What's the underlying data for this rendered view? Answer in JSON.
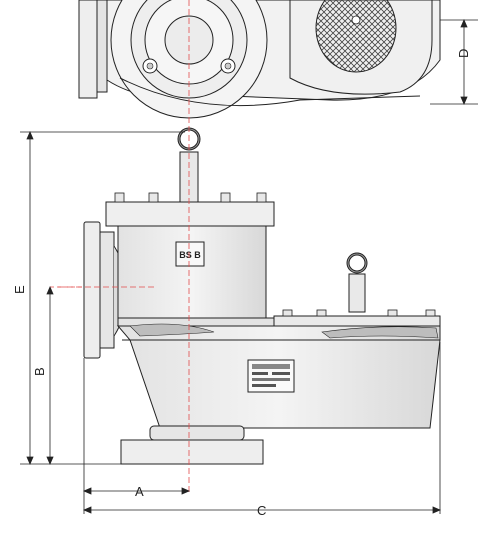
{
  "dimensions": {
    "A": "A",
    "B": "B",
    "C": "C",
    "D": "D",
    "E": "E"
  },
  "logo": {
    "text": "BS B"
  },
  "colors": {
    "outline": "#222222",
    "fill": "#eeeeee",
    "shadow": "#bdbdbd",
    "centerline": "#e24b4b"
  }
}
